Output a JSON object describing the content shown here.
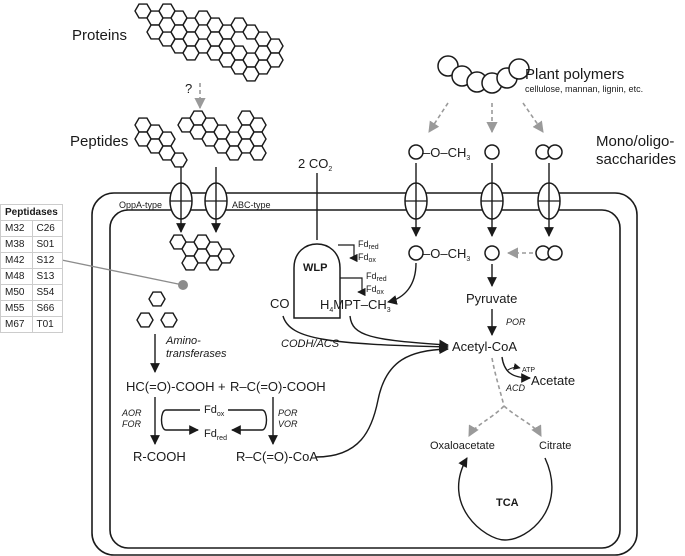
{
  "labels": {
    "proteins": "Proteins",
    "question": "?",
    "peptides": "Peptides",
    "plant_polymers": "Plant polymers",
    "plant_polymers_sub": "cellulose, mannan, lignin, etc.",
    "mono_oligo_1": "Mono/oligo-",
    "mono_oligo_2": "saccharides",
    "two_co2": "2 CO",
    "two_co2_sub": "2",
    "oppa_type": "OppA-type",
    "abc_type": "ABC-type",
    "wlp": "WLP",
    "fd": "Fd",
    "red": "red",
    "ox": "ox",
    "co": "CO",
    "h4mpt_h": "H",
    "h4mpt_4": "4",
    "h4mpt_mid": "MPT–CH",
    "h4mpt_3": "3",
    "codh_acs": "CODH/ACS",
    "o_ch3": "O–CH",
    "o_ch3_mid": "–O–CH",
    "sub3": "3",
    "pyruvate": "Pyruvate",
    "por": "POR",
    "acetyl_coa": "Acetyl-CoA",
    "atp": "ATP",
    "acd": "ACD",
    "acetate": "Acetate",
    "amino_1": "Amino-",
    "amino_2": "transferases",
    "keto_left": "HC(=O)-COOH",
    "plus": "+",
    "keto_right": "R–C(=O)-COOH",
    "aor": "AOR",
    "for": "FOR",
    "por2": "POR",
    "vor": "VOR",
    "r_cooh": "R-COOH",
    "r_coa": "R–C(=O)-CoA",
    "oxaloacetate": "Oxaloacetate",
    "citrate": "Citrate",
    "tca": "TCA"
  },
  "peptidases": {
    "header": "Peptidases",
    "rows": [
      [
        "M32",
        "C26"
      ],
      [
        "M38",
        "S01"
      ],
      [
        "M42",
        "S12"
      ],
      [
        "M48",
        "S13"
      ],
      [
        "M50",
        "S54"
      ],
      [
        "M55",
        "S66"
      ],
      [
        "M67",
        "T01"
      ]
    ]
  },
  "colors": {
    "ink": "#1a1a1a",
    "dashed_arrow": "#9a9a9a",
    "pointer_line": "#8c8c8c"
  }
}
